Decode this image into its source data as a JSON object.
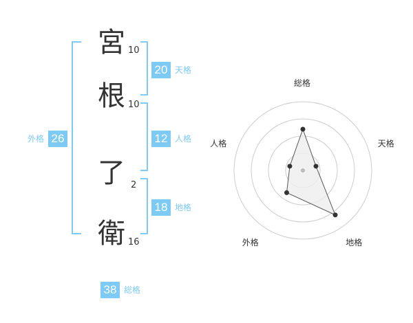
{
  "name": {
    "characters": [
      {
        "char": "宮",
        "strokes": "10"
      },
      {
        "char": "根",
        "strokes": "10"
      },
      {
        "char": "了",
        "strokes": "2"
      },
      {
        "char": "衛",
        "strokes": "16"
      }
    ]
  },
  "fortunes": {
    "tenkaku": {
      "label": "天格",
      "value": "20"
    },
    "jinkaku": {
      "label": "人格",
      "value": "12"
    },
    "chikaku": {
      "label": "地格",
      "value": "18"
    },
    "gaikaku": {
      "label": "外格",
      "value": "26"
    },
    "soukaku": {
      "label": "総格",
      "value": "38"
    }
  },
  "radar": {
    "axes": [
      "総格",
      "天格",
      "地格",
      "外格",
      "人格"
    ],
    "levels": 4,
    "scores": [
      3,
      1,
      4,
      2,
      1
    ],
    "max": 5
  },
  "colors": {
    "accent": "#7dcbf5",
    "text": "#333333",
    "grid": "#cccccc",
    "fill": "#eeeeee"
  }
}
